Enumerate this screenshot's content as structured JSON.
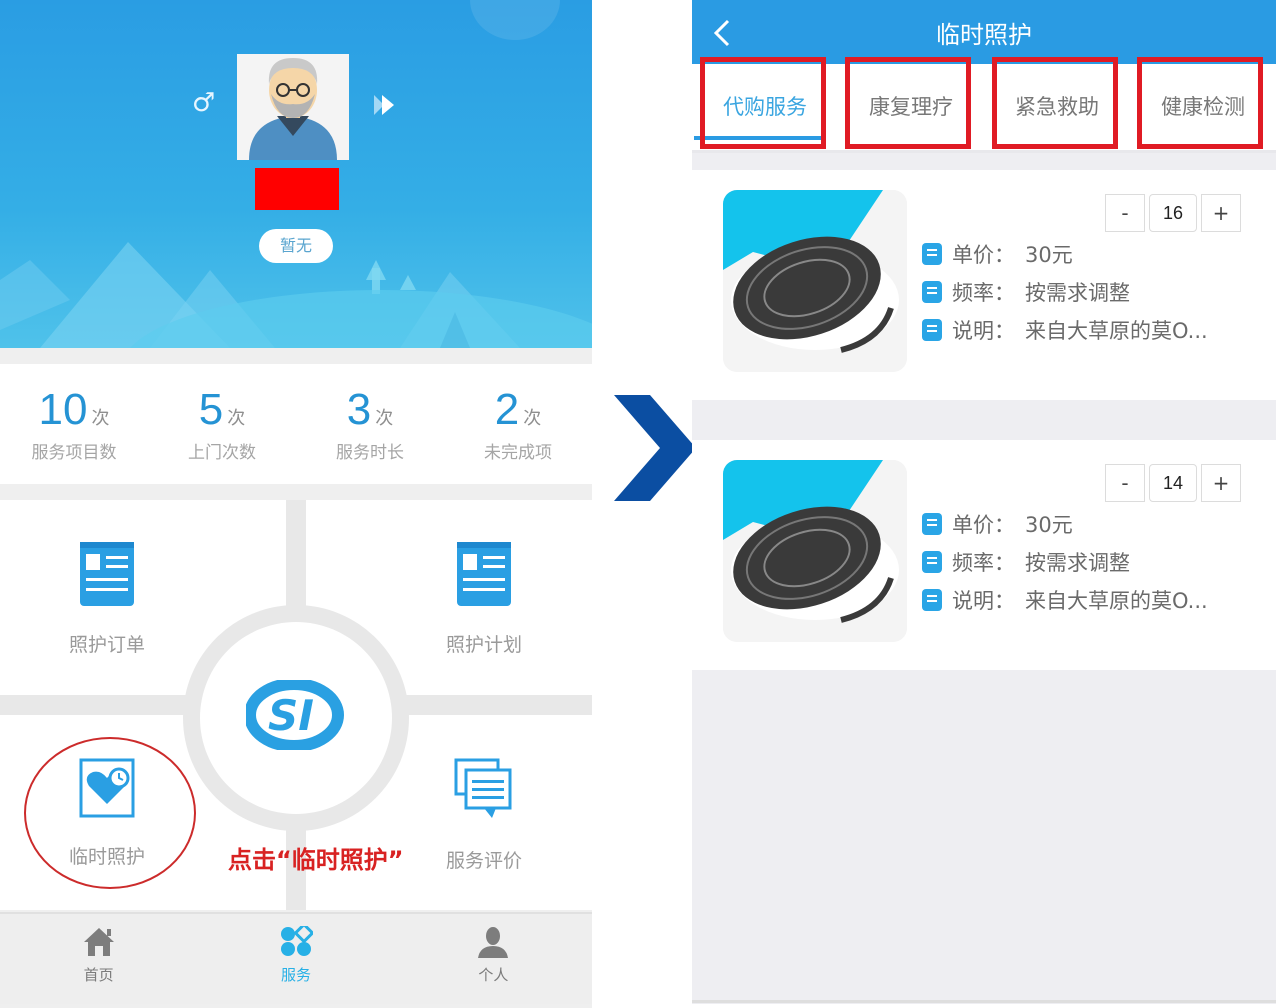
{
  "colors": {
    "primary_blue": "#2a9be3",
    "stat_blue": "#2593d4",
    "highlight_red": "#e01b24",
    "annotation_red": "#d82222",
    "arrow_navy": "#0b4ea2"
  },
  "left_screen": {
    "profile": {
      "gender_icon": "male-symbol-icon",
      "gender_glyph": "♂",
      "avatar": "elderly-man-avatar",
      "name": "",
      "name_redacted": true,
      "tag": "暂无",
      "next_icon": "forward-icon"
    },
    "stats": [
      {
        "value": "10",
        "unit": "次",
        "label": "服务项目数"
      },
      {
        "value": "5",
        "unit": "次",
        "label": "上门次数"
      },
      {
        "value": "3",
        "unit": "次",
        "label": "服务时长"
      },
      {
        "value": "2",
        "unit": "次",
        "label": "未完成项"
      }
    ],
    "menu": {
      "care_orders": {
        "label": "照护订单",
        "icon": "document-icon"
      },
      "care_plan": {
        "label": "照护计划",
        "icon": "document-icon"
      },
      "temporary_care": {
        "label": "临时照护",
        "icon": "heart-clock-icon"
      },
      "service_review": {
        "label": "服务评价",
        "icon": "chat-bubbles-icon"
      },
      "center_logo": "SI"
    },
    "annotation": "点击“临时照护”",
    "tabbar": [
      {
        "label": "首页",
        "icon": "home-icon",
        "active": false
      },
      {
        "label": "服务",
        "icon": "services-icon",
        "active": true
      },
      {
        "label": "个人",
        "icon": "person-icon",
        "active": false
      }
    ]
  },
  "right_screen": {
    "header": {
      "title": "临时照护",
      "back_icon": "chevron-left-icon"
    },
    "tabs": [
      {
        "label": "代购服务",
        "active": true
      },
      {
        "label": "康复理疗",
        "active": false
      },
      {
        "label": "紧急救助",
        "active": false
      },
      {
        "label": "健康检测",
        "active": false
      }
    ],
    "products": [
      {
        "image": "oreo-cookie-milk",
        "quantity": "16",
        "minus_label": "-",
        "plus_label": "+",
        "fields": [
          {
            "key": "单价：",
            "value": "30元"
          },
          {
            "key": "频率：",
            "value": "按需求调整"
          },
          {
            "key": "说明：",
            "value": "来自大草原的莫O..."
          }
        ]
      },
      {
        "image": "oreo-cookie-milk",
        "quantity": "14",
        "minus_label": "-",
        "plus_label": "+",
        "fields": [
          {
            "key": "单价：",
            "value": "30元"
          },
          {
            "key": "频率：",
            "value": "按需求调整"
          },
          {
            "key": "说明：",
            "value": "来自大草原的莫O..."
          }
        ]
      }
    ]
  }
}
